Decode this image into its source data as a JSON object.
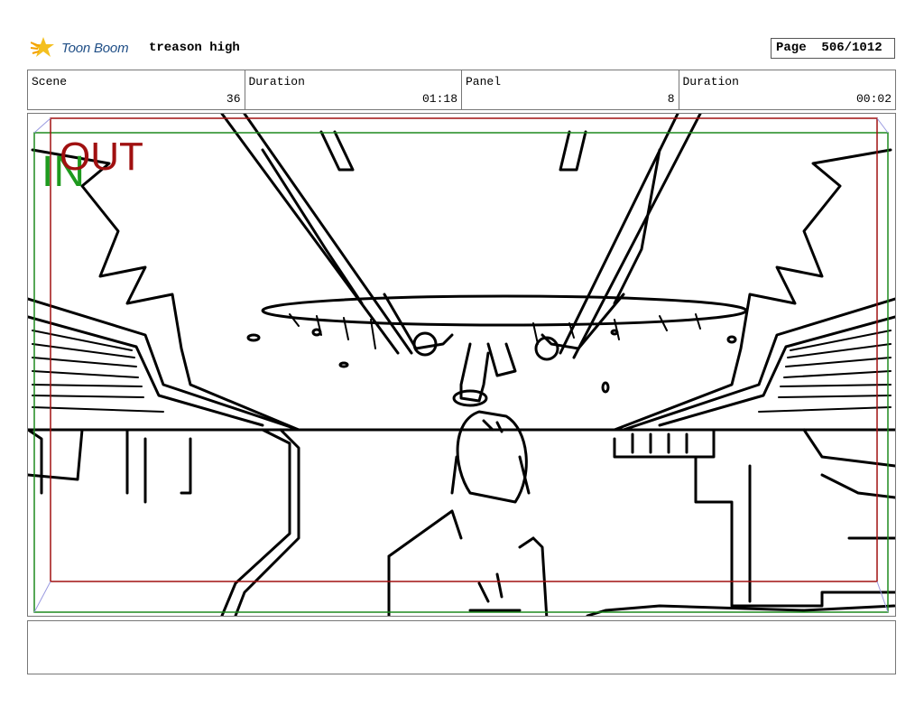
{
  "header": {
    "logo_text": "Toon Boom",
    "project_title": "treason high",
    "page_label": "Page",
    "page_value": "506/1012"
  },
  "info": {
    "scene_label": "Scene",
    "scene_value": "36",
    "scene_duration_label": "Duration",
    "scene_duration_value": "01:18",
    "panel_label": "Panel",
    "panel_value": "8",
    "panel_duration_label": "Duration",
    "panel_duration_value": "00:02"
  },
  "frame": {
    "in_label": "IN",
    "out_label": "OUT",
    "in_color": "#1e9a1e",
    "out_color": "#a01010"
  },
  "icons": {
    "logo": "toon-boom-star-icon"
  }
}
